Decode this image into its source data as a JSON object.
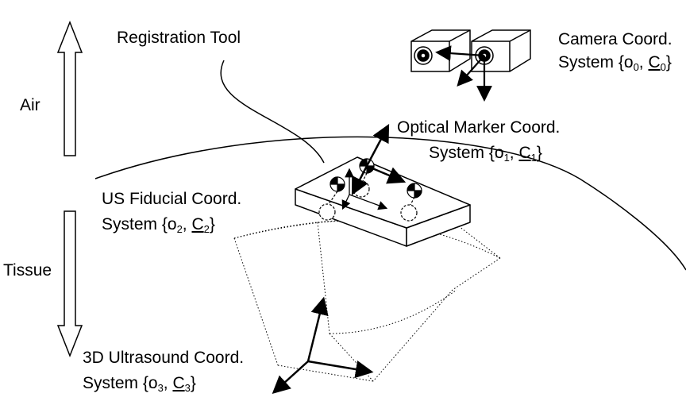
{
  "labels": {
    "registration_tool": "Registration Tool",
    "air": "Air",
    "tissue": "Tissue",
    "camera": {
      "line1": "Camera Coord.",
      "system_word": "System {",
      "o": "o",
      "o_sub": "0",
      "sep": ", ",
      "c": "C",
      "c_sub": "0",
      "close": "}"
    },
    "optical": {
      "line1": "Optical Marker Coord.",
      "system_word": "System {",
      "o": "o",
      "o_sub": "1",
      "sep": ", ",
      "c": "C",
      "c_sub": "1",
      "close": "}"
    },
    "us_fiducial": {
      "line1": "US Fiducial Coord.",
      "system_word": "System {",
      "o": "o",
      "o_sub": "2",
      "sep": ", ",
      "c": "C",
      "c_sub": "2",
      "close": "}"
    },
    "ultrasound": {
      "line1": "3D Ultrasound Coord.",
      "system_word": "System {",
      "o": "o",
      "o_sub": "3",
      "sep": ", ",
      "c": "C",
      "c_sub": "3",
      "close": "}"
    }
  },
  "colors": {
    "stroke": "#000000",
    "background": "#ffffff"
  }
}
